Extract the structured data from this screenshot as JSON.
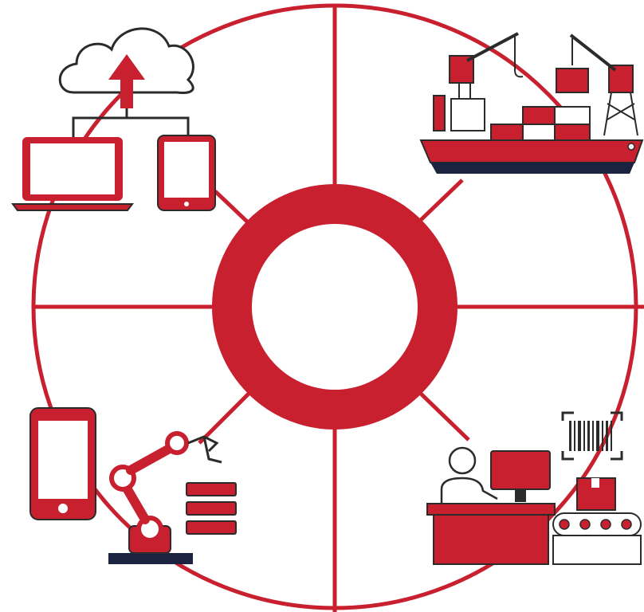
{
  "colors": {
    "primary": "#c8202f",
    "dark": "#1a2340",
    "outline": "#2b2b2b",
    "background": "#ffffff"
  },
  "diagram": {
    "center": "ring",
    "spokes": 8,
    "nodes": [
      {
        "id": "cloud-devices",
        "icon": "cloud-upload-icon",
        "position": "top-left"
      },
      {
        "id": "shipping",
        "icon": "cargo-ship-icon",
        "position": "top-right"
      },
      {
        "id": "mobile",
        "icon": "smartphone-icon",
        "position": "bottom-left"
      },
      {
        "id": "robotics",
        "icon": "robotic-arm-icon",
        "position": "bottom-left"
      },
      {
        "id": "warehouse",
        "icon": "warehouse-checkout-icon",
        "position": "bottom-right"
      }
    ],
    "barcode_digits": ""
  }
}
